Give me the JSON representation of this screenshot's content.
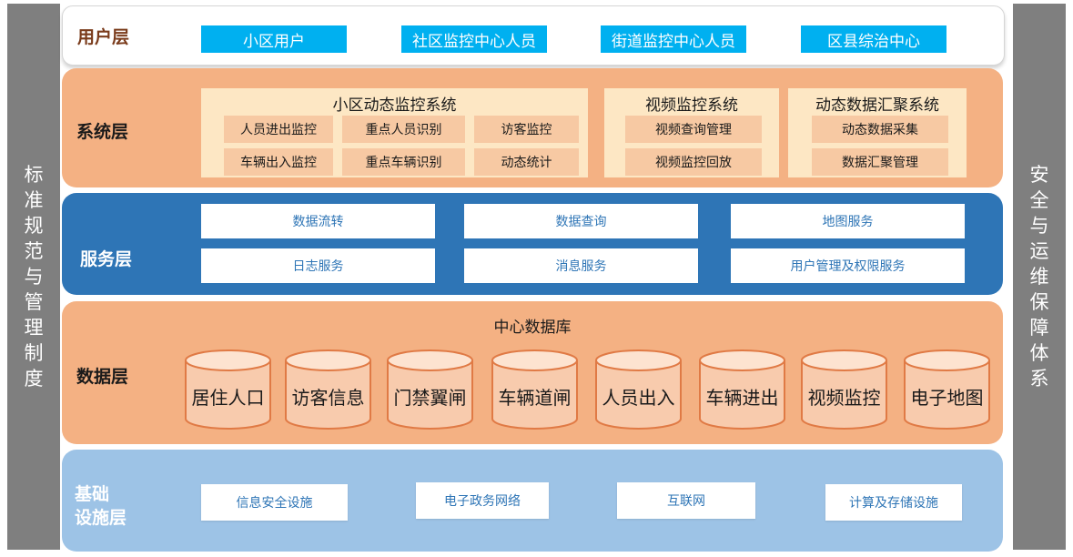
{
  "left_sidebar": "标准规范与管理制度",
  "right_sidebar": "安全与运维保障体系",
  "user_layer": {
    "title": "用户层",
    "items": [
      "小区用户",
      "社区监控中心人员",
      "街道监控中心人员",
      "区县综治中心"
    ]
  },
  "system_layer": {
    "title": "系统层",
    "groups": [
      {
        "title": "小区动态监控系统",
        "items": [
          "人员进出监控",
          "重点人员识别",
          "访客监控",
          "车辆出入监控",
          "重点车辆识别",
          "动态统计"
        ]
      },
      {
        "title": "视频监控系统",
        "items": [
          "视频查询管理",
          "视频监控回放"
        ]
      },
      {
        "title": "动态数据汇聚系统",
        "items": [
          "动态数据采集",
          "数据汇聚管理"
        ]
      }
    ]
  },
  "service_layer": {
    "title": "服务层",
    "items": [
      "数据流转",
      "数据查询",
      "地图服务",
      "日志服务",
      "消息服务",
      "用户管理及权限服务"
    ]
  },
  "data_layer": {
    "title": "数据层",
    "db_title": "中心数据库",
    "items": [
      "居住人口",
      "访客信息",
      "门禁翼闸",
      "车辆道闸",
      "人员出入",
      "车辆进出",
      "视频监控",
      "电子地图"
    ]
  },
  "infra_layer": {
    "title_line1": "基础",
    "title_line2": "设施层",
    "items": [
      "信息安全设施",
      "电子政务网络",
      "互联网",
      "计算及存储设施"
    ]
  },
  "colors": {
    "user_box": "#00b0f0",
    "system_bg": "#f4b183",
    "service_bg": "#2e75b6",
    "data_bg": "#f4b183",
    "infra_bg": "#9dc3e6",
    "sidebar_bg": "#7f7f7f",
    "cylinder_fill": "#f8cbad",
    "cylinder_stroke": "#e07a45"
  }
}
